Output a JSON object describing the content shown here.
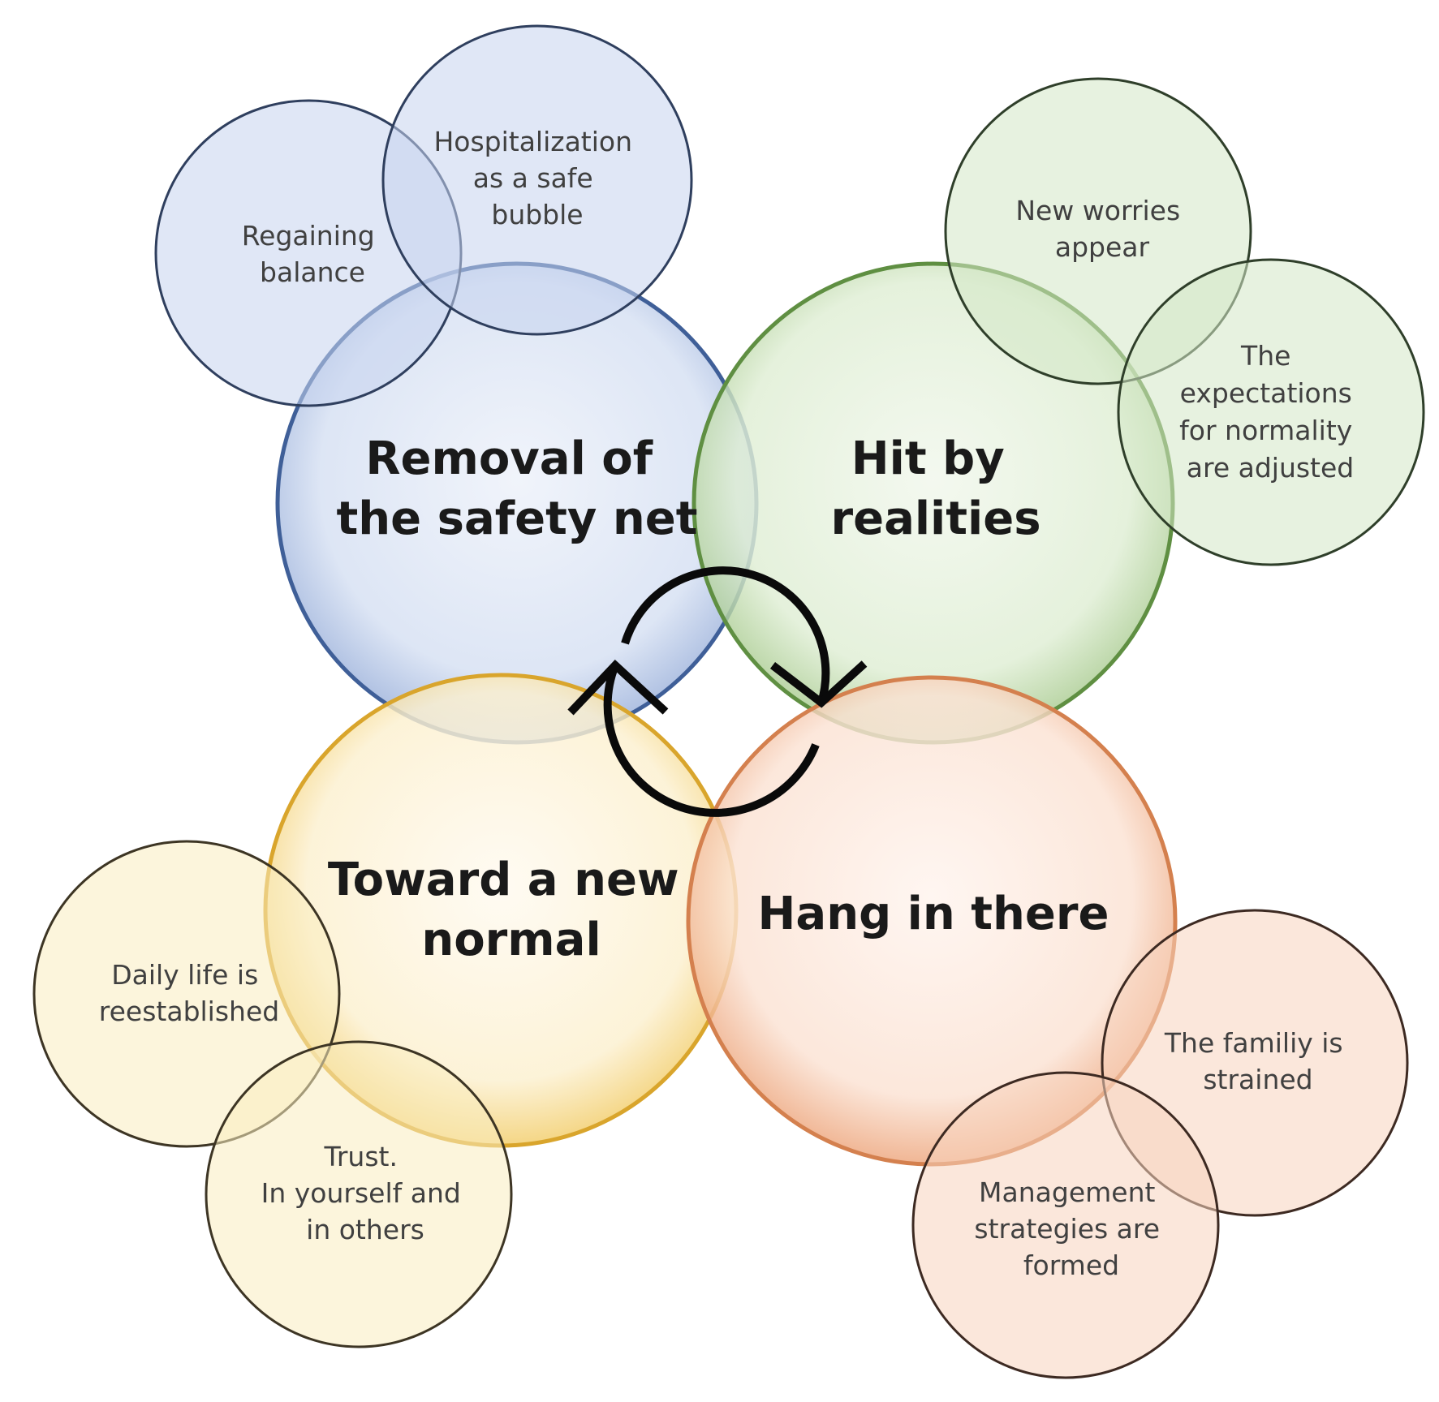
{
  "themes": [
    {
      "id": "removal",
      "lines": [
        "Removal of",
        "the safety net"
      ],
      "color": "#4a6aa8",
      "fill": "#c9d6ef",
      "subthemes": [
        {
          "id": "regaining-balance",
          "lines": [
            "Regaining",
            "balance"
          ]
        },
        {
          "id": "hospitalization",
          "lines": [
            "Hospitalization",
            "as a safe",
            "bubble"
          ]
        }
      ]
    },
    {
      "id": "hit",
      "lines": [
        "Hit by",
        "realities"
      ],
      "color": "#6e9e4e",
      "fill": "#d6e8cb",
      "subthemes": [
        {
          "id": "new-worries",
          "lines": [
            "New worries",
            "appear"
          ]
        },
        {
          "id": "expectations",
          "lines": [
            "The",
            "expectations",
            "for normality",
            "are adjusted"
          ]
        }
      ]
    },
    {
      "id": "toward",
      "lines": [
        "Toward a new",
        "normal"
      ],
      "color": "#e3b23a",
      "fill": "#faedc5",
      "subthemes": [
        {
          "id": "daily-life",
          "lines": [
            "Daily life is",
            "reestablished"
          ]
        },
        {
          "id": "trust",
          "lines": [
            "Trust.",
            "In yourself and",
            "in others"
          ]
        }
      ]
    },
    {
      "id": "hang",
      "lines": [
        "Hang in there"
      ],
      "color": "#e08a58",
      "fill": "#f8d7c2",
      "subthemes": [
        {
          "id": "family-strained",
          "lines": [
            "The familiy is",
            "strained"
          ]
        },
        {
          "id": "management",
          "lines": [
            "Management",
            "strategies are",
            "formed"
          ]
        }
      ]
    }
  ]
}
